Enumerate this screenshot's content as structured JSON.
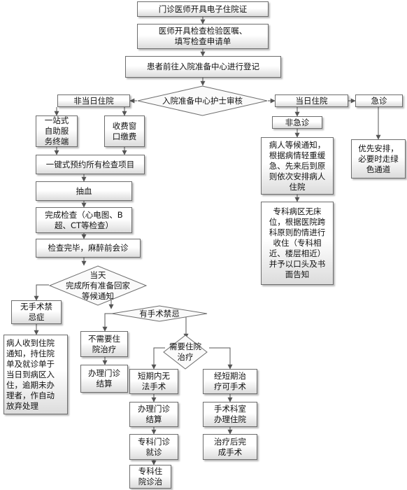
{
  "nodes": {
    "n1": "门诊医师开具电子住院证",
    "n2": "医师开具检查检验医嘱、\n填写检查申请单",
    "n3": "患者前往入院准备中心进行登记",
    "n4": "入院准备中心护士审核",
    "n5": "非当日住院",
    "n6": "当日住院",
    "n7": "急诊",
    "n8": "一站式\n自助服\n务终端",
    "n9": "收费窗\n口缴费",
    "n10": "非急诊",
    "n11": "优先安排，\n必要时走绿\n色通道",
    "n12": "一键式预约所有检查项目",
    "n13": "病人等候通知，\n根据病情轻重缓\n急、先来后到原\n则依次安排病人\n住院",
    "n14": "抽血",
    "n15": "完成检查（心电图、B\n超、CT等检查）",
    "n16": "专科病区无床\n位，根据医院跨\n科原则酌情进行\n收住（专科相\n近、楼层相近）\n并予以口头及书\n面告知",
    "n17": "检查完毕，麻醉前会诊",
    "n18": "当天\n完成所有准备回家\n等候通知",
    "n19": "无手术禁\n忌症",
    "n20": "有手术禁忌",
    "n21": "病人收到住院\n通知，持住院\n单及就诊单于\n当日到病区入\n住，逾期未办\n理者，作自动\n放弃处理",
    "n22": "不需要住\n院治疗",
    "n23": "需要住院\n治疗",
    "n24": "办理门诊\n结算",
    "n25": "短期内无\n法手术",
    "n26": "经短期治\n疗可手术",
    "n27": "办理门诊\n结算",
    "n28": "手术科室\n办理住院",
    "n29": "专科门诊\n就诊",
    "n30": "治疗后完\n成手术",
    "n31": "专科住\n院诊治"
  }
}
